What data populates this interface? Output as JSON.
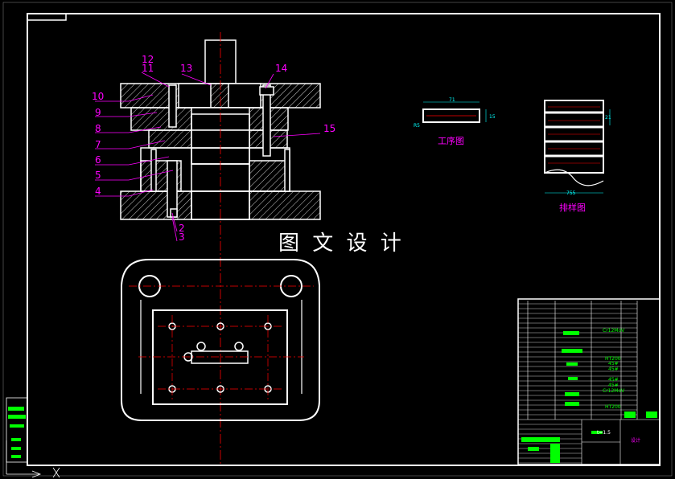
{
  "drawing": {
    "watermark": "图 文 设 计",
    "process_view_label": "工序图",
    "strip_layout_label": "排样图",
    "callouts": [
      {
        "n": "12"
      },
      {
        "n": "11"
      },
      {
        "n": "13"
      },
      {
        "n": "14"
      },
      {
        "n": "10"
      },
      {
        "n": "9"
      },
      {
        "n": "8"
      },
      {
        "n": "7"
      },
      {
        "n": "15"
      },
      {
        "n": "6"
      },
      {
        "n": "5"
      },
      {
        "n": "4"
      },
      {
        "n": "2"
      },
      {
        "n": "3"
      }
    ],
    "process_dims": {
      "top": "71",
      "side": "15",
      "left": "R5"
    },
    "strip_dims": {
      "bottom": "755",
      "right": "21"
    },
    "bom_materials": [
      "Cr12MoV",
      "HT200",
      "45#",
      "45#",
      "45#",
      "45#",
      "Cr12MoV",
      "HT200"
    ],
    "title_block": {
      "scale": "t=1.5",
      "school": "设计"
    }
  },
  "colors": {
    "frame": "#ffffff",
    "callout": "#ff00ff",
    "centerline": "#ff0000",
    "dimension": "#00ffff",
    "table_text": "#00ff00",
    "hatch": "#ffffff"
  }
}
